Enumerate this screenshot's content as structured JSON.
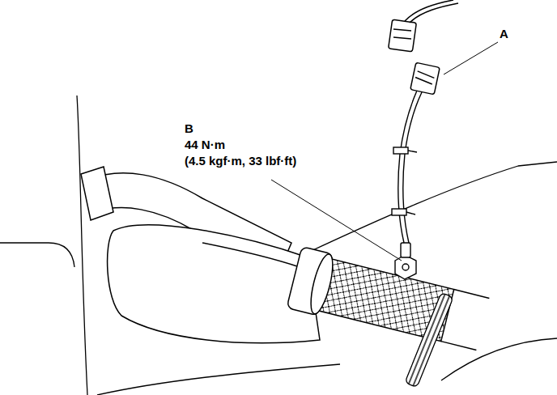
{
  "diagram": {
    "labels": [
      "A",
      "B",
      "44 N·m",
      "(4.5 kgf·m, 33 lbf·ft)"
    ]
  }
}
